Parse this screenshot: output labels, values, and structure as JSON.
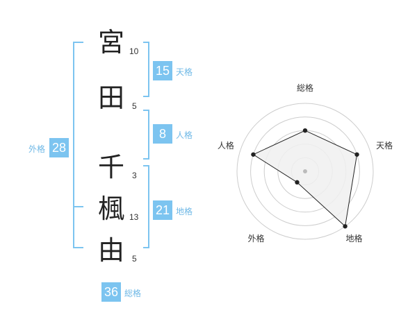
{
  "name": {
    "chars": [
      {
        "char": "宮",
        "strokes": "10"
      },
      {
        "char": "田",
        "strokes": "5"
      },
      {
        "char": "千",
        "strokes": "3"
      },
      {
        "char": "楓",
        "strokes": "13"
      },
      {
        "char": "由",
        "strokes": "5"
      }
    ]
  },
  "fortunes": {
    "tenkaku": {
      "value": "15",
      "label": "天格"
    },
    "jinkaku": {
      "value": "8",
      "label": "人格"
    },
    "chikaku": {
      "value": "21",
      "label": "地格"
    },
    "gaikaku": {
      "value": "28",
      "label": "外格"
    },
    "soukaku": {
      "value": "36",
      "label": "総格"
    }
  },
  "colors": {
    "accent": "#7cc4f0",
    "bracket": "#7cc4f0",
    "radar_fill": "#f0f0f0",
    "radar_line": "#222222",
    "ring": "#cccccc"
  },
  "chart_data": {
    "type": "radar",
    "axes": [
      "総格",
      "天格",
      "地格",
      "外格",
      "人格"
    ],
    "values": [
      3,
      4,
      5,
      1,
      4
    ],
    "range": [
      0,
      5
    ],
    "rings": 5
  }
}
